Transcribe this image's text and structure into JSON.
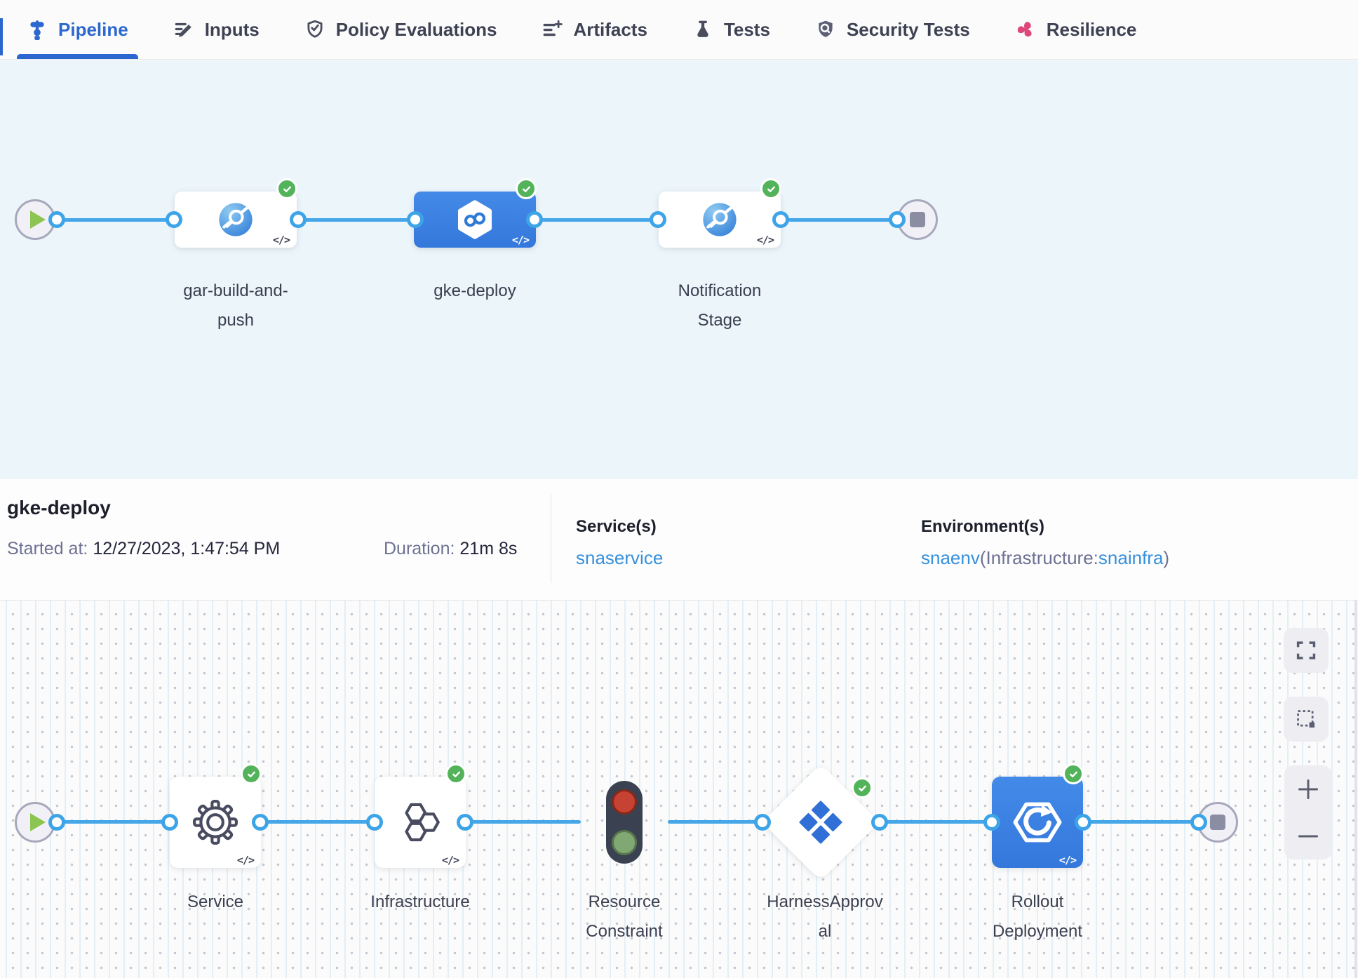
{
  "tabbar": {
    "tabs": [
      {
        "label": "Pipeline",
        "active": true
      },
      {
        "label": "Inputs",
        "active": false
      },
      {
        "label": "Policy Evaluations",
        "active": false
      },
      {
        "label": "Artifacts",
        "active": false
      },
      {
        "label": "Tests",
        "active": false
      },
      {
        "label": "Security Tests",
        "active": false
      },
      {
        "label": "Resilience",
        "active": false
      }
    ]
  },
  "stage_pipeline": {
    "stages": [
      {
        "name": "gar-build-and-push",
        "label": "gar-build-and-\npush",
        "type": "custom-stage",
        "status": "Success",
        "selected": false
      },
      {
        "name": "gke-deploy",
        "label": "gke-deploy",
        "type": "deploy-stage",
        "status": "Success",
        "selected": true
      },
      {
        "name": "Notification Stage",
        "label": "Notification\nStage",
        "type": "custom-stage",
        "status": "Success",
        "selected": false
      }
    ]
  },
  "details": {
    "title": "gke-deploy",
    "started_label": "Started at:",
    "started_value": "12/27/2023, 1:47:54 PM",
    "duration_label": "Duration:",
    "duration_value": "21m 8s",
    "services_label": "Service(s)",
    "services_value": "snaservice",
    "environments_label": "Environment(s)",
    "env_link1": "snaenv",
    "env_open": "(Infrastructure:",
    "env_link2": "snainfra",
    "env_close": ")"
  },
  "execution": {
    "steps": [
      {
        "name": "Service",
        "label": "Service",
        "status": "Success"
      },
      {
        "name": "Infrastructure",
        "label": "Infrastructure",
        "status": "Success"
      },
      {
        "name": "Resource Constraint",
        "label": "Resource\nConstraint",
        "status": ""
      },
      {
        "name": "HarnessApproval",
        "label": "HarnessApprov\nal",
        "status": "Success"
      },
      {
        "name": "Rollout Deployment",
        "label": "Rollout\nDeployment",
        "status": "Success"
      }
    ]
  },
  "misc": {
    "code_label": "</>"
  },
  "colors": {
    "accent_blue": "#2c67cf",
    "line_blue": "#45a6e8",
    "selected_stage_blue": "#3c82e4",
    "success_green": "#53b35a",
    "link_blue": "#3790da",
    "resilience_pink": "#dd4879",
    "stage_canvas_bg": "#ebf5fa",
    "exec_canvas_bg": "#fbfbfb"
  }
}
